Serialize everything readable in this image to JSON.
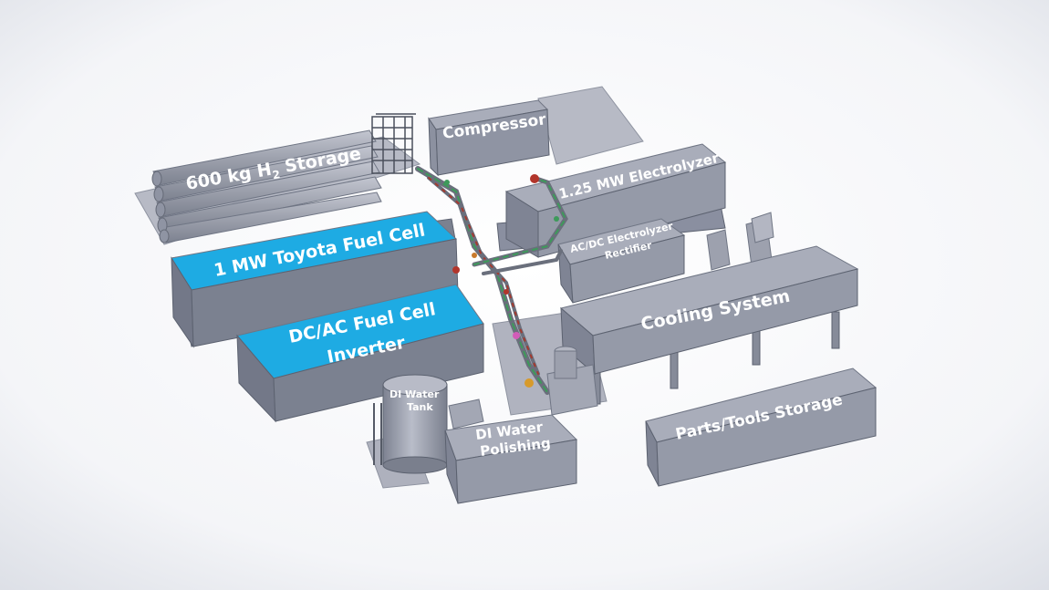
{
  "colors": {
    "background": "#ffffff",
    "equipment_top": "#a4a8b6",
    "equipment_front": "#7b8190",
    "equipment_side": "#8f94a3",
    "fuel_cell_accent": "#1eabe3",
    "floor_slab": "#b5b8c4",
    "label_text": "#ffffff"
  },
  "labels": {
    "h2_storage_prefix": "600 kg H",
    "h2_storage_subscript": "2",
    "h2_storage_suffix": " Storage",
    "compressor": "Compressor",
    "electrolyzer": "1.25 MW Electrolyzer",
    "rectifier_line1": "AC/DC Electrolyzer",
    "rectifier_line2": "Rectifier",
    "fuel_cell": "1 MW Toyota Fuel Cell",
    "inverter_line1": "DC/AC Fuel Cell",
    "inverter_line2": "Inverter",
    "cooling": "Cooling System",
    "di_tank_line1": "DI Water",
    "di_tank_line2": "Tank",
    "di_polishing_line1": "DI Water",
    "di_polishing_line2": "Polishing",
    "parts_storage": "Parts/Tools Storage"
  }
}
